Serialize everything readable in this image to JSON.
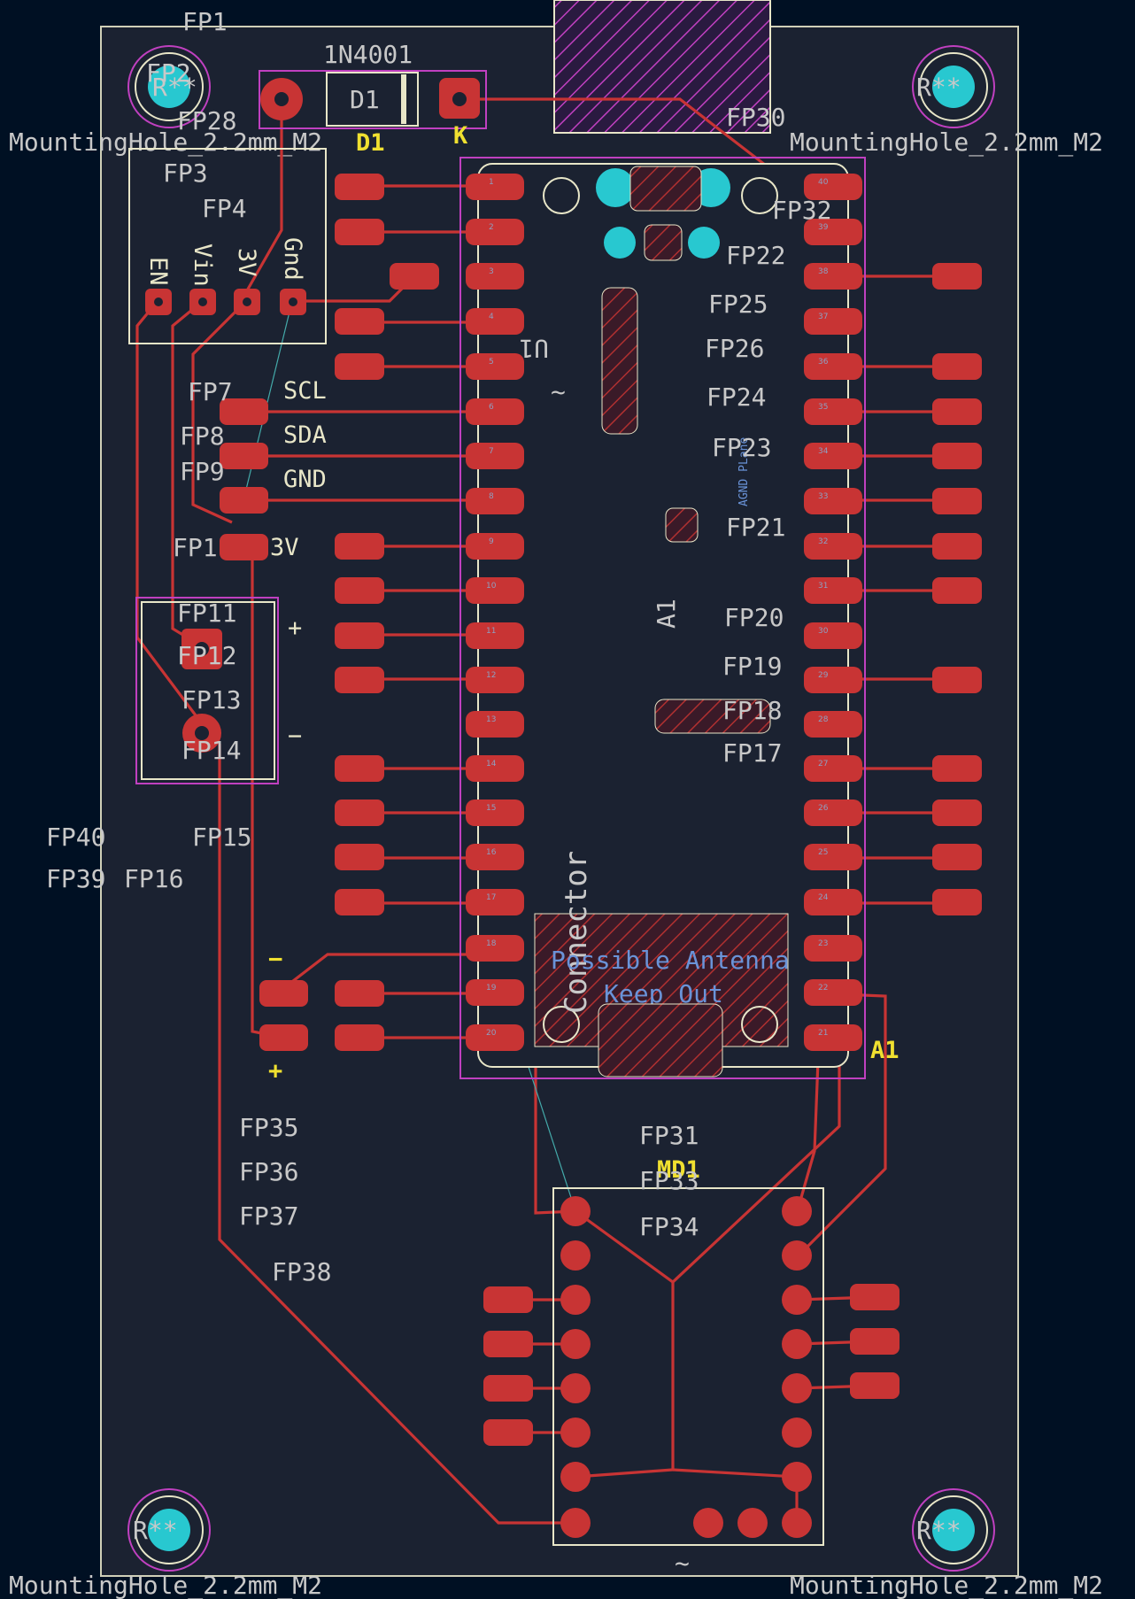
{
  "colors": {
    "background": "#001023",
    "board_bg": "#1b2231",
    "edge_cuts": "#d0d0b8",
    "courtyard": "#c040c0",
    "copper_pad": "#c83434",
    "trace": "#c83434",
    "via": "#28c8d0",
    "silkscreen": "#e8e6c8",
    "reference": "#f0e030",
    "fab_text": "#c8c8c8",
    "user_text": "#6a93d8"
  },
  "mounting_holes": {
    "ref": "R**",
    "value": "MountingHole_2.2mm_M2",
    "top_left_label": "MountingHole_2.2mm_M2",
    "top_right_label": "MountingHole_2.2mm_M2",
    "bottom_left_label": "MountingHole_2.2mm_M2",
    "bottom_right_label": "MountingHole_2.2mm_M2"
  },
  "diode": {
    "value": "1N4001",
    "ref": "D1",
    "body_label": "D1",
    "cathode": "K"
  },
  "header_pins": {
    "labels": [
      "EN",
      "Vin",
      "3V",
      "Gnd"
    ]
  },
  "i2c_pins": {
    "labels": [
      "SCL",
      "SDA",
      "GND",
      "3V"
    ]
  },
  "power_connector": {
    "plus": "+",
    "minus": "−"
  },
  "power_pads": {
    "minus": "−",
    "plus": "+"
  },
  "module": {
    "ref": "A1",
    "ref_vertical": "A1",
    "connector": "Connector",
    "antenna_keepout": [
      "Possible Antenna",
      "Keep Out"
    ],
    "u_ref": "U1",
    "tilde": "~",
    "agnd": "AGND PLane"
  },
  "driver_module": {
    "ref": "MD1",
    "tilde": "~"
  },
  "fp_labels": {
    "fp1": "FP1",
    "fp2": "FP2",
    "fp3": "FP3",
    "fp4": "FP4",
    "fp7": "FP7",
    "fp8": "FP8",
    "fp9": "FP9",
    "fp10": "FP1",
    "fp11": "FP11",
    "fp12": "FP12",
    "fp13": "FP13",
    "fp14": "FP14",
    "fp15": "FP15",
    "fp16": "FP16",
    "fp17": "FP17",
    "fp18": "FP18",
    "fp19": "FP19",
    "fp20": "FP20",
    "fp21": "FP21",
    "fp22": "FP22",
    "fp23": "FP23",
    "fp24": "FP24",
    "fp25": "FP25",
    "fp26": "FP26",
    "fp28": "FP28",
    "fp30": "FP30",
    "fp31": "FP31",
    "fp32": "FP32",
    "fp33": "FP33",
    "fp34": "FP34",
    "fp35": "FP35",
    "fp36": "FP36",
    "fp37": "FP37",
    "fp38": "FP38",
    "fp39": "FP39",
    "fp40": "FP40"
  },
  "pico_pin_numbers_left": [
    "1",
    "2",
    "3",
    "4",
    "5",
    "6",
    "7",
    "8",
    "9",
    "10",
    "11",
    "12",
    "13",
    "14",
    "15",
    "16",
    "17",
    "18",
    "19",
    "20"
  ],
  "pico_pin_numbers_right": [
    "40",
    "39",
    "38",
    "37",
    "36",
    "35",
    "34",
    "33",
    "32",
    "31",
    "30",
    "29",
    "28",
    "27",
    "26",
    "25",
    "24",
    "23",
    "22",
    "21"
  ]
}
